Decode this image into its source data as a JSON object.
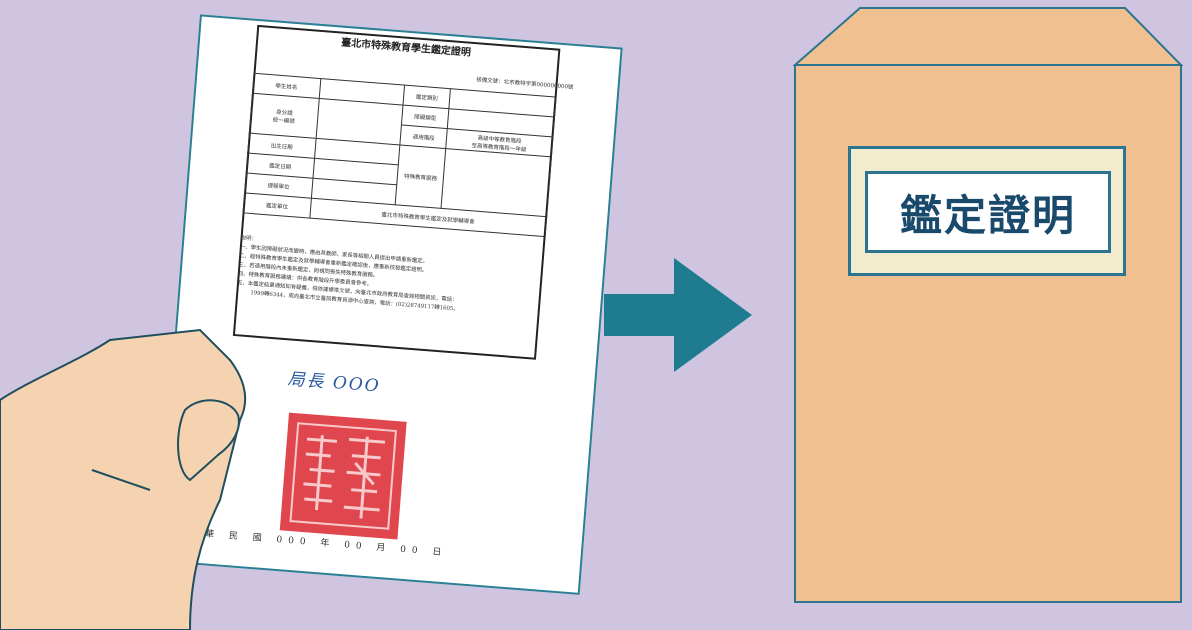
{
  "document": {
    "title": "臺北市特殊教育學生鑑定證明",
    "doc_number": "核備文號：北市教特字第000000000號",
    "fields": {
      "student_name": "學生姓名",
      "assessment_category": "鑑定類別",
      "disability_type": "障礙類型",
      "id_label_1": "身分證",
      "id_label_2": "統一編號",
      "applicable_stage": "適用階段",
      "stage_value_1": "高級中等教育階段",
      "stage_value_2": "至高等教育階段一年級",
      "birth_date": "出生日期",
      "assessment_date": "鑑定日期",
      "special_services": "特殊教育服務",
      "issuing_unit": "提報單位",
      "assessment_unit": "鑑定單位",
      "assessment_unit_value": "臺北市特殊教育學生鑑定及就學輔導會"
    },
    "notes": [
      "說明：",
      "一、學生因障礙狀況改變時，應由其教師、家長等相關人員提出申請重新鑑定。",
      "二、經特殊教育學生鑑定及就學輔導會重新鑑定確認後，應重新核發鑑定證明。",
      "三、若適用階段內未重新鑑定，則視同喪失特殊教育服務。",
      "四、特殊教育服務建議：供各教育階段升學委員會參考。",
      "五、本鑑定結果通知如有疑義，得依據標準文號，向臺北市政府教育局查詢相關資訊，電話：",
      "1999轉6344，或向臺北市立臺前教育資源中心查詢，電話：(02)28749117轉1605。"
    ],
    "director": "局長 OOO",
    "date_line": "中 華 民 國 000 年 00 月 00 日"
  },
  "envelope": {
    "label": "鑑定證明"
  },
  "colors": {
    "background": "#cfc5e1",
    "envelope": "#f1c090",
    "envelope_stroke": "#2c7591",
    "arrow": "#1f7b8f",
    "seal": "#e0464e",
    "skin": "#f6d3b0"
  }
}
